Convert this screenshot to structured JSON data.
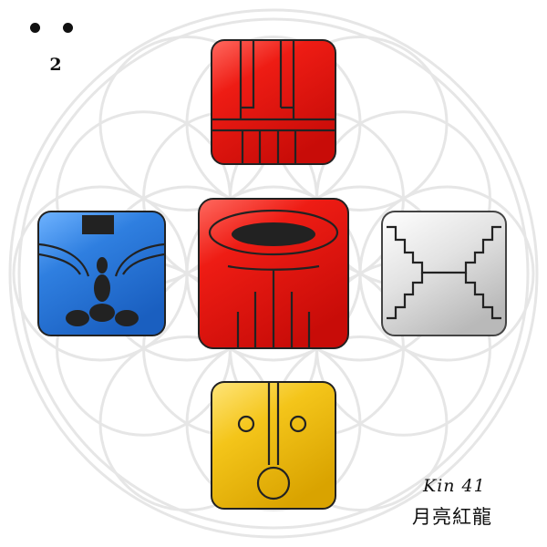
{
  "tone": {
    "dots": 2,
    "number": "2"
  },
  "kin": {
    "label": "Kin 41",
    "name": "月亮紅龍"
  },
  "glyphs": {
    "top": {
      "icon": "red-skywalker-glyph-icon",
      "color": "#e8231e"
    },
    "left": {
      "icon": "blue-monkey-glyph-icon",
      "color": "#2f7fd6"
    },
    "center": {
      "icon": "red-dragon-glyph-icon",
      "color": "#e8231e"
    },
    "right": {
      "icon": "white-worldbridger-glyph-icon",
      "color": "#d8d8d8"
    },
    "bottom": {
      "icon": "yellow-sun-glyph-icon",
      "color": "#f0c419"
    }
  },
  "background": {
    "icon": "flower-of-life-icon",
    "color": "#e6e6e6"
  }
}
